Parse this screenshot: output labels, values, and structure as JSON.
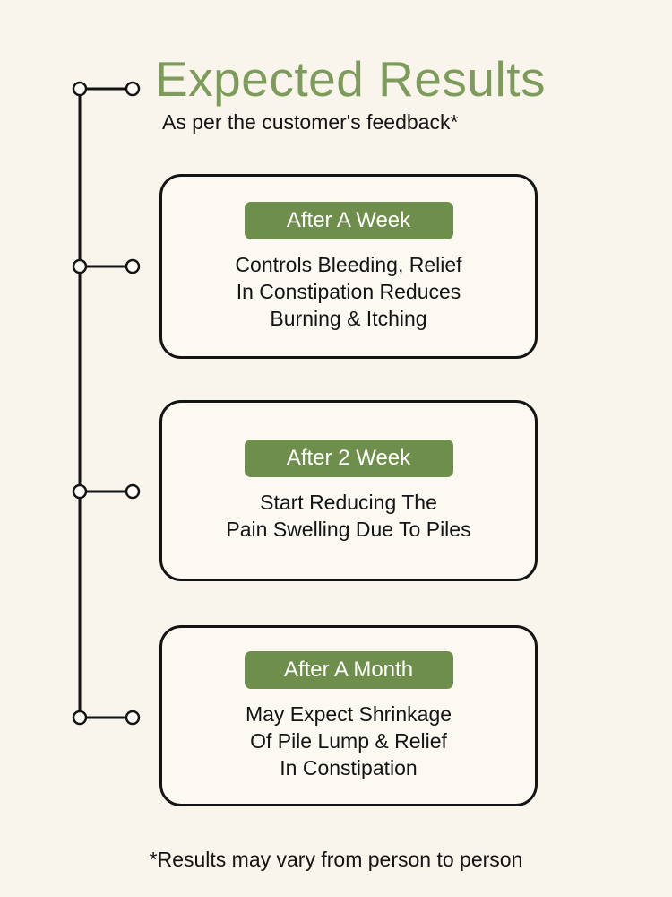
{
  "header": {
    "title": "Expected Results",
    "subtitle": "As per the customer's feedback*"
  },
  "cards": [
    {
      "badge": "After A Week",
      "lines": [
        "Controls Bleeding, Relief",
        "In Constipation Reduces",
        "Burning & Itching"
      ]
    },
    {
      "badge": "After 2 Week",
      "lines": [
        "Start Reducing The",
        "Pain Swelling Due To Piles"
      ]
    },
    {
      "badge": "After A Month",
      "lines": [
        "May Expect Shrinkage",
        "Of Pile Lump & Relief",
        "In Constipation"
      ]
    }
  ],
  "footer": {
    "note": "*Results may vary from person to person"
  },
  "colors": {
    "background": "#f9f5ec",
    "card_background": "#fcf9f2",
    "title_green": "#7d9b5b",
    "badge_green": "#6e8e4b",
    "ink": "#141414"
  },
  "timeline": {
    "milestone_count": 4,
    "description": "vertical-connector-line-with-node-pairs"
  }
}
